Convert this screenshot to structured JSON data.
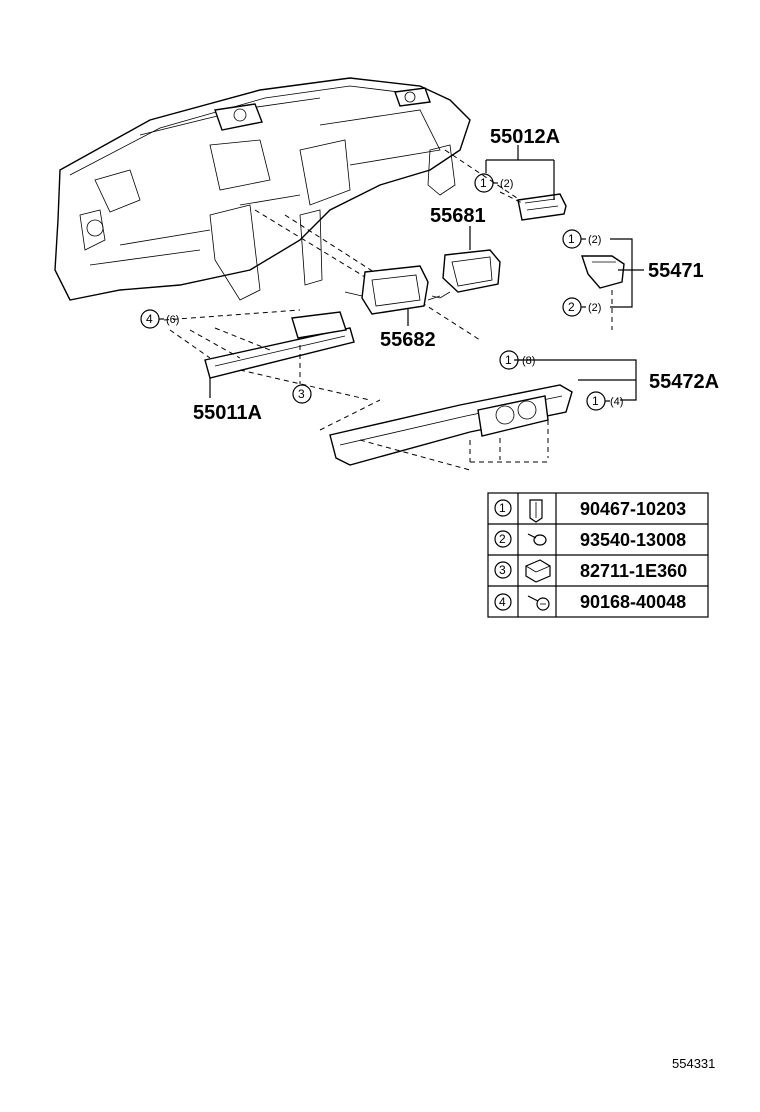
{
  "parts": {
    "p55012A": "55012A",
    "p55681": "55681",
    "p55471": "55471",
    "p55682": "55682",
    "p55472A": "55472A",
    "p55011A": "55011A"
  },
  "callouts": {
    "c1": "1",
    "c2": "2",
    "c3": "3",
    "c4": "4"
  },
  "quantities": {
    "q55012A": "(2)",
    "q55471_1": "(2)",
    "q55471_2": "(2)",
    "q55011A_4": "(6)",
    "q55472A_1": "(8)",
    "q55472A_4": "(4)"
  },
  "legend": {
    "rows": [
      {
        "num": "1",
        "icon": "clip-icon",
        "part_number": "90467-10203"
      },
      {
        "num": "2",
        "icon": "screw-icon",
        "part_number": "93540-13008"
      },
      {
        "num": "3",
        "icon": "nut-icon",
        "part_number": "82711-1E360"
      },
      {
        "num": "4",
        "icon": "bolt-icon",
        "part_number": "90168-40048"
      }
    ]
  },
  "diagram_code": "554331"
}
